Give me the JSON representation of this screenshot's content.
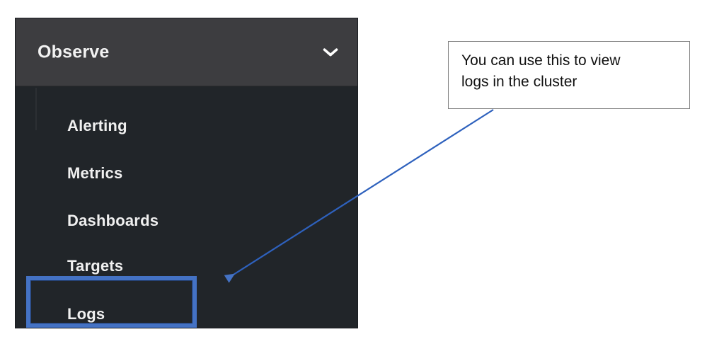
{
  "nav": {
    "header": {
      "title": "Observe",
      "expand_icon": "chevron-down-icon"
    },
    "items": [
      {
        "label": "Alerting"
      },
      {
        "label": "Metrics"
      },
      {
        "label": "Dashboards"
      },
      {
        "label": "Targets"
      },
      {
        "label": "Logs"
      }
    ],
    "selected_item": "Logs"
  },
  "annotation": {
    "callout_text_line1": "You can use this to view",
    "callout_text_line2": "logs in the cluster",
    "highlight_target": "Logs",
    "highlight_color": "#4472c4",
    "arrow_color": "#4472c4",
    "callout_border_color": "#808080"
  },
  "colors": {
    "panel_background": "#212529",
    "header_background": "#3d3d40",
    "text": "#f0f0f0",
    "page_background": "#ffffff"
  }
}
